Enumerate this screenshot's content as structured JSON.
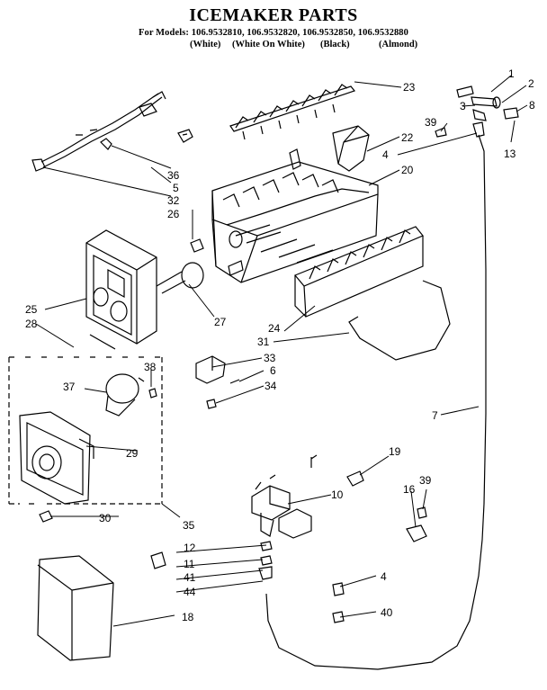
{
  "title": "ICEMAKER PARTS",
  "models_line": "For Models: 106.9532810, 106.9532820, 106.9532850, 106.9532880",
  "variants": [
    "(White)",
    "(White On White)",
    "(Black)",
    "(Almond)"
  ],
  "callouts": [
    "1",
    "2",
    "3",
    "8",
    "39",
    "13",
    "4",
    "22",
    "20",
    "23",
    "36",
    "5",
    "32",
    "26",
    "25",
    "28",
    "27",
    "24",
    "31",
    "33",
    "6",
    "34",
    "38",
    "37",
    "29",
    "30",
    "35",
    "7",
    "19",
    "10",
    "16",
    "39",
    "12",
    "11",
    "41",
    "44",
    "4",
    "40",
    "18"
  ]
}
